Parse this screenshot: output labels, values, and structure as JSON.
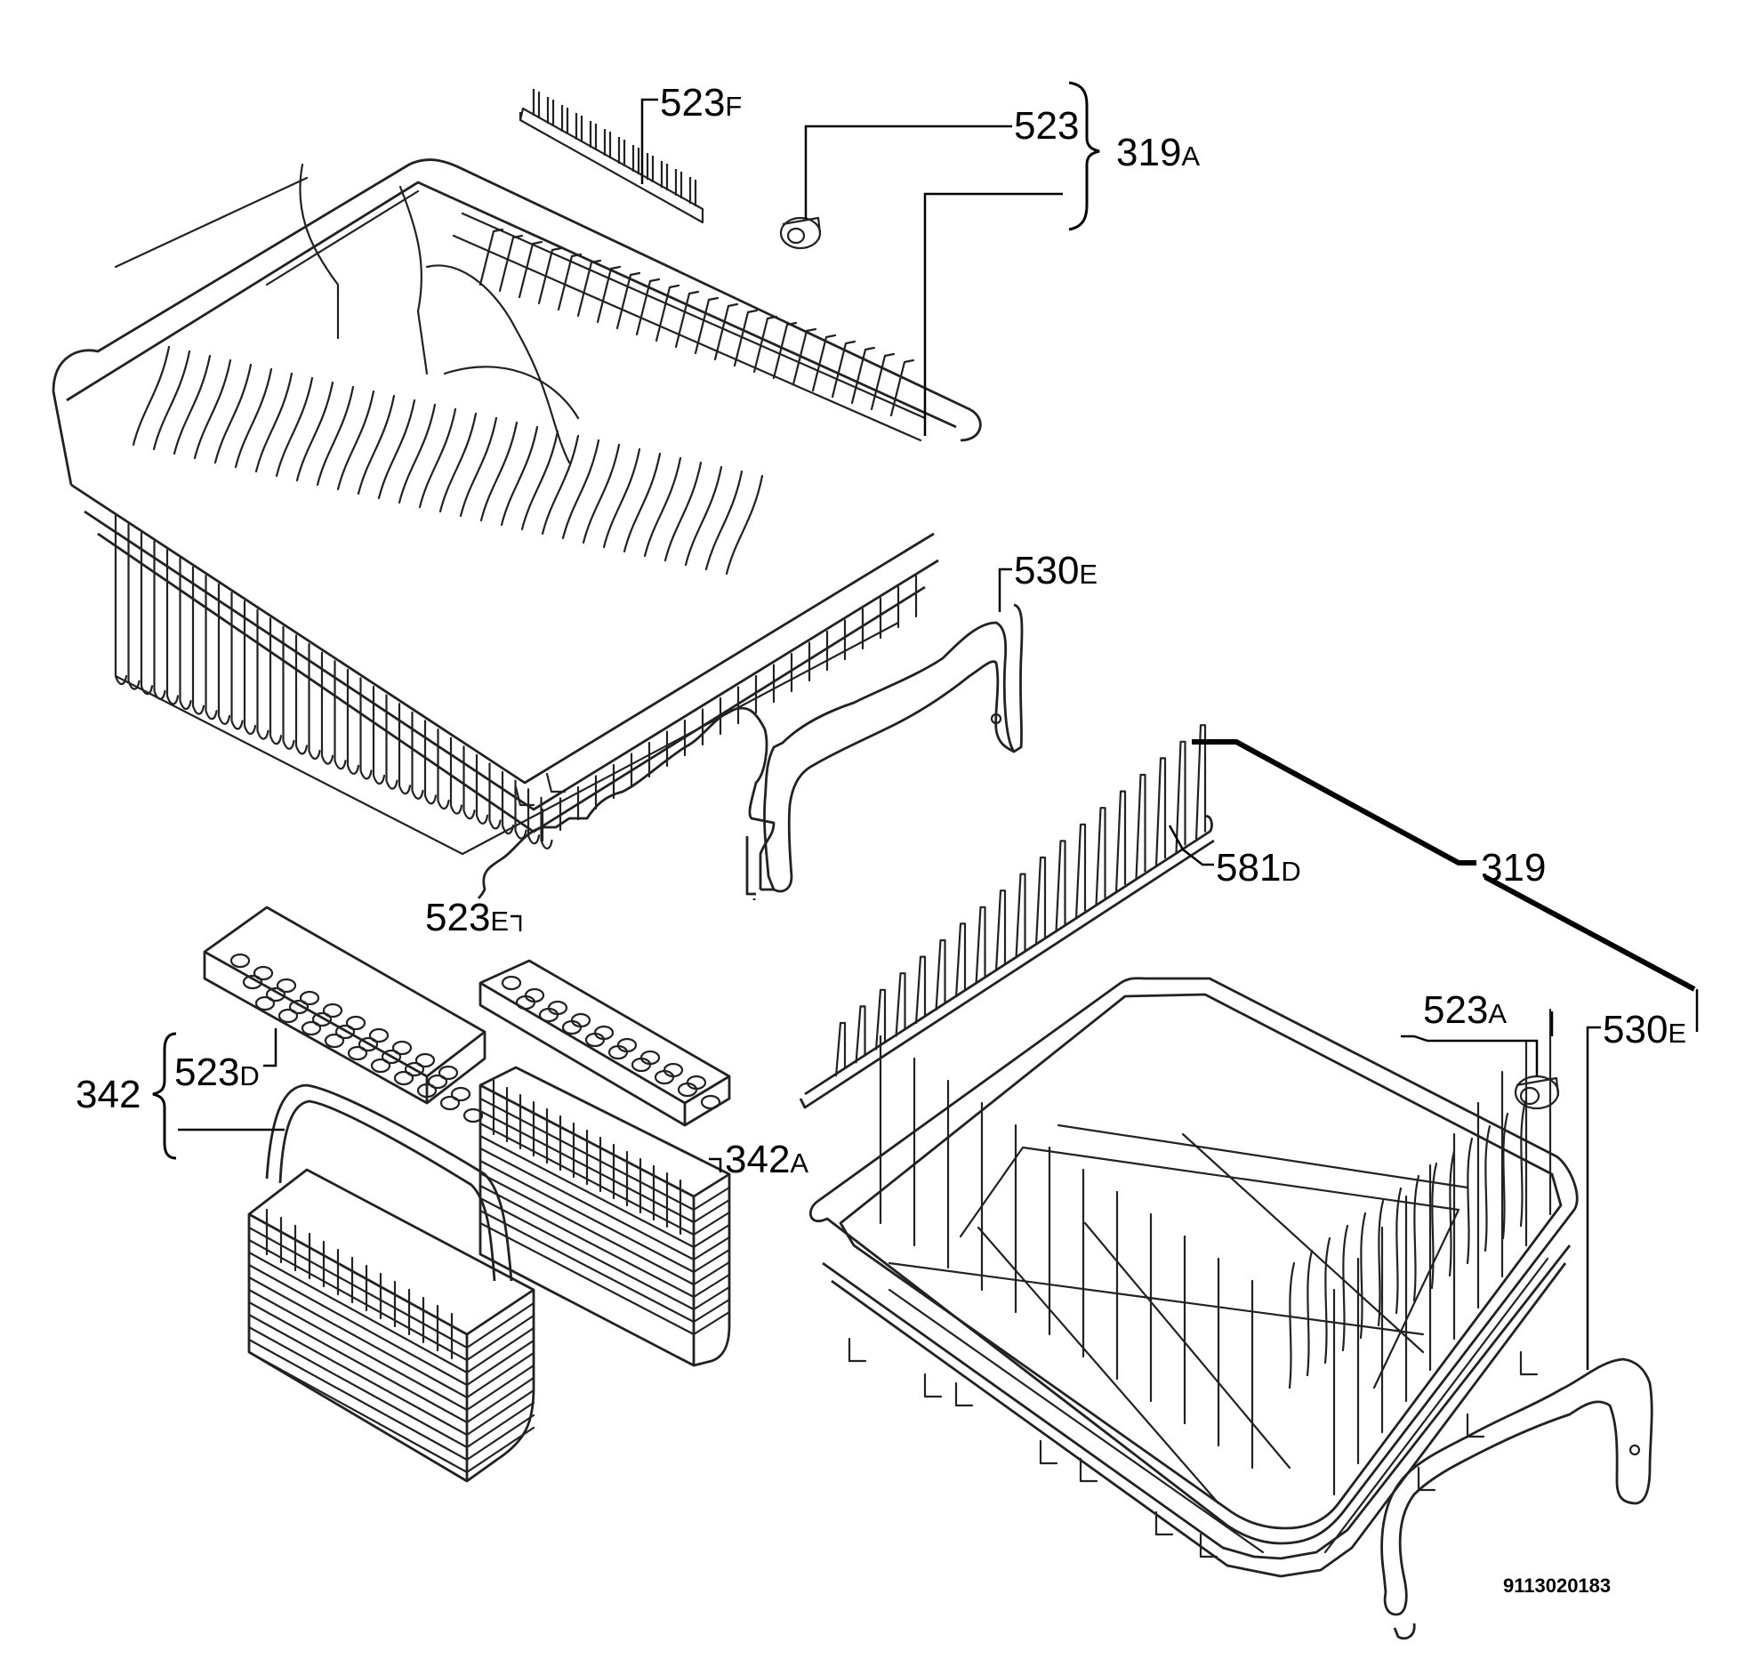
{
  "callouts": {
    "c523f": {
      "num": "523",
      "suf": "F"
    },
    "c523": {
      "num": "523",
      "suf": ""
    },
    "c319a": {
      "num": "319",
      "suf": "A"
    },
    "c530e1": {
      "num": "530",
      "suf": "E"
    },
    "c581d": {
      "num": "581",
      "suf": "D"
    },
    "c319": {
      "num": "319",
      "suf": ""
    },
    "c523e": {
      "num": "523",
      "suf": "E"
    },
    "c523a": {
      "num": "523",
      "suf": "A"
    },
    "c530e2": {
      "num": "530",
      "suf": "E"
    },
    "c523d": {
      "num": "523",
      "suf": "D"
    },
    "c342": {
      "num": "342",
      "suf": ""
    },
    "c342a": {
      "num": "342",
      "suf": "A"
    }
  },
  "doc_number": "9113020183"
}
